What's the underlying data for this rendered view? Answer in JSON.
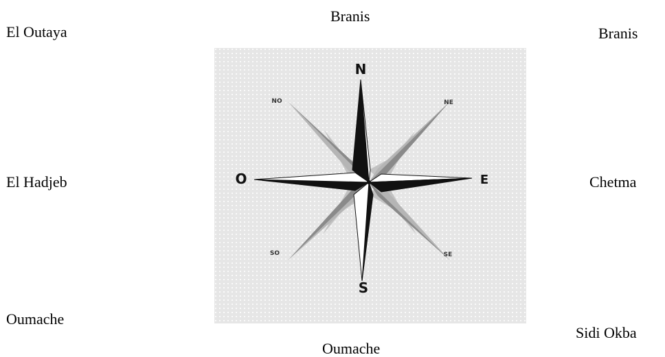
{
  "places": {
    "north": "Branis",
    "top_left": "El Outaya",
    "top_right": "Branis",
    "west": "El Hadjeb",
    "east": "Chetma",
    "bottom_left": "Oumache",
    "south": "Oumache",
    "bottom_right": "Sidi Okba"
  },
  "compass": {
    "cardinal": {
      "n": "N",
      "e": "E",
      "s": "S",
      "w": "O"
    },
    "intercardinal": {
      "nw": "NO",
      "ne": "NE",
      "sw": "SO",
      "se": "SE"
    },
    "colors": {
      "panel": "#e6e6e6",
      "dots": "#fafafa",
      "dark_point": "#111111",
      "light_point": "#ffffff",
      "mid_point": "#8a8a8a",
      "minor_point": "#c2c2c2"
    }
  }
}
